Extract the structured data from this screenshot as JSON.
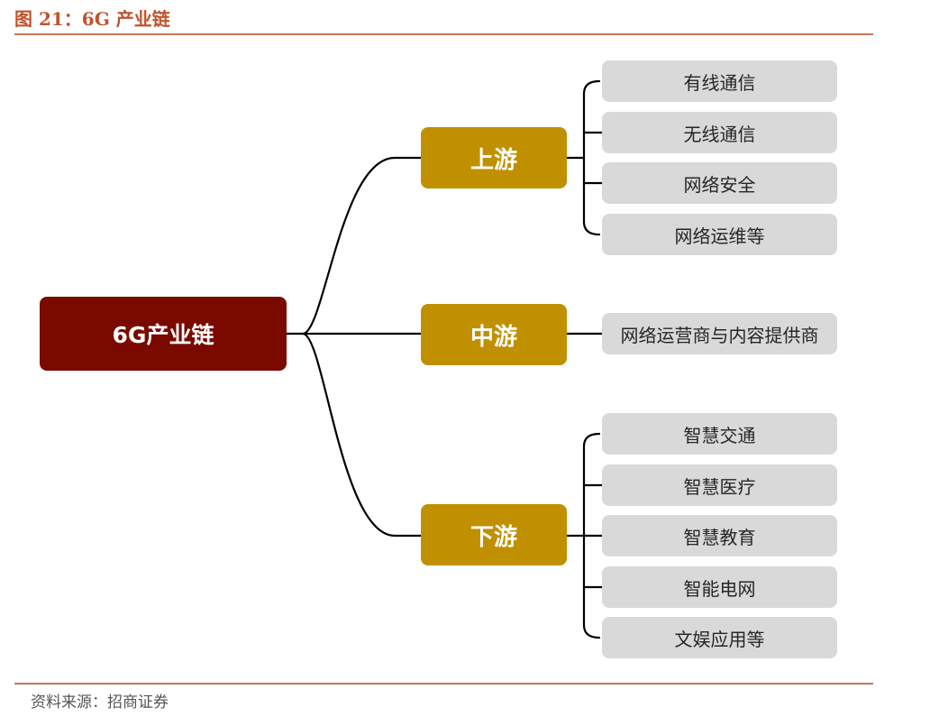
{
  "figure": {
    "title": "图 21：6G 产业链",
    "source": "资料来源：招商证券"
  },
  "root": {
    "label": "6G产业链"
  },
  "stages": {
    "upstream": {
      "label": "上游",
      "items": [
        "有线通信",
        "无线通信",
        "网络安全",
        "网络运维等"
      ]
    },
    "midstream": {
      "label": "中游",
      "items": [
        "网络运营商与内容提供商"
      ]
    },
    "downstream": {
      "label": "下游",
      "items": [
        "智慧交通",
        "智慧医疗",
        "智慧教育",
        "智能电网",
        "文娱应用等"
      ]
    }
  },
  "colors": {
    "root_fill": "#7a0a00",
    "stage_fill": "#c09000",
    "leaf_fill": "#d9d9d9",
    "title_color": "#c0532e",
    "rule_color": "#c47a58",
    "connector": "#000000"
  }
}
